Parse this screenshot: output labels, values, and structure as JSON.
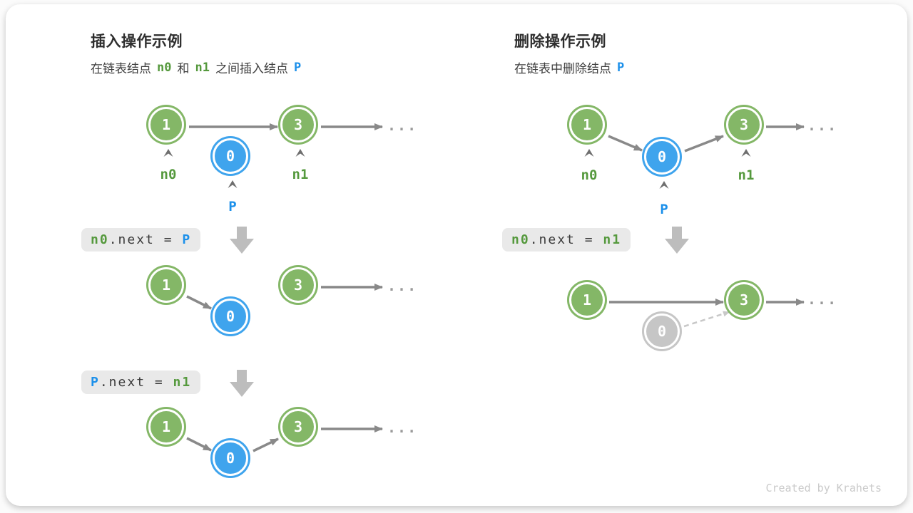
{
  "panels": {
    "insert": {
      "title": "插入操作示例",
      "sub": [
        "在链表结点",
        "n0",
        "和",
        "n1",
        "之间插入结点",
        "P"
      ]
    },
    "delete": {
      "title": "删除操作示例",
      "sub": [
        "在链表中删除结点",
        "P"
      ]
    }
  },
  "code": {
    "insert1": [
      "n0",
      ".next = ",
      "P"
    ],
    "insert2": [
      "P",
      ".next = ",
      "n1"
    ],
    "delete1": [
      "n0",
      ".next = ",
      "n1"
    ]
  },
  "nodes": {
    "one": "1",
    "three": "3",
    "zero": "0"
  },
  "labels": {
    "n0": "n0",
    "n1": "n1",
    "p": "P"
  },
  "ellipsis": "...",
  "watermark": "Created by Krahets",
  "colors": {
    "node_green": "#84b767",
    "node_blue": "#3fa4ed",
    "node_gray": "#c6c6c6",
    "label_green": "#55993d",
    "label_blue": "#1c90ea",
    "arrow_gray": "#898989",
    "dashed_gray": "#c8c8c8",
    "codebox_bg": "#e9e9e9"
  }
}
